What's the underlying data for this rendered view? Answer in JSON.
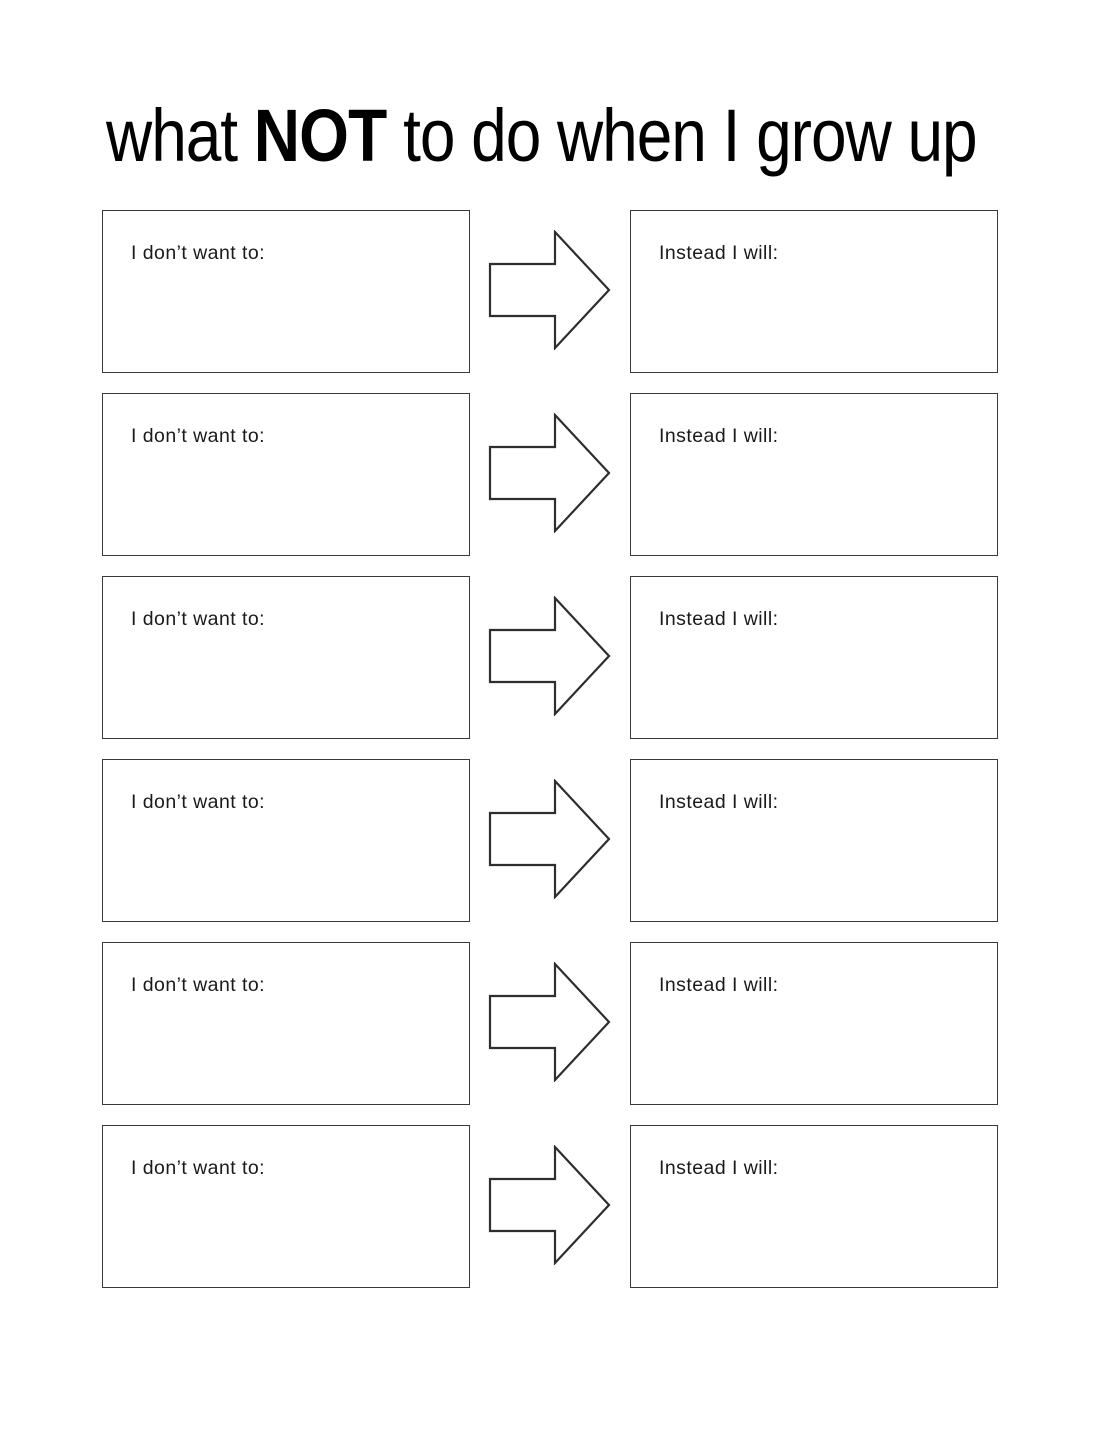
{
  "worksheet": {
    "title": {
      "before": "what ",
      "emphasis": "NOT",
      "after": " to do when I grow up",
      "full_text": "what NOT to do when I grow up"
    },
    "labels": {
      "left": "I don’t want to:",
      "right": "Instead I will:"
    },
    "arrow_icon": "right-arrow-icon",
    "row_count": 6,
    "rows": [
      {
        "index": 1,
        "left_label": "I don’t want to:",
        "left_value": "",
        "right_label": "Instead I will:",
        "right_value": ""
      },
      {
        "index": 2,
        "left_label": "I don’t want to:",
        "left_value": "",
        "right_label": "Instead I will:",
        "right_value": ""
      },
      {
        "index": 3,
        "left_label": "I don’t want to:",
        "left_value": "",
        "right_label": "Instead I will:",
        "right_value": ""
      },
      {
        "index": 4,
        "left_label": "I don’t want to:",
        "left_value": "",
        "right_label": "Instead I will:",
        "right_value": ""
      },
      {
        "index": 5,
        "left_label": "I don’t want to:",
        "left_value": "",
        "right_label": "Instead I will:",
        "right_value": ""
      },
      {
        "index": 6,
        "left_label": "I don’t want to:",
        "left_value": "",
        "right_label": "Instead I will:",
        "right_value": ""
      }
    ],
    "colors": {
      "page_background": "#ffffff",
      "box_border": "#3a3a3a",
      "arrow_stroke": "#2e2e2e",
      "arrow_fill": "#ffffff",
      "text": "#000000"
    }
  }
}
